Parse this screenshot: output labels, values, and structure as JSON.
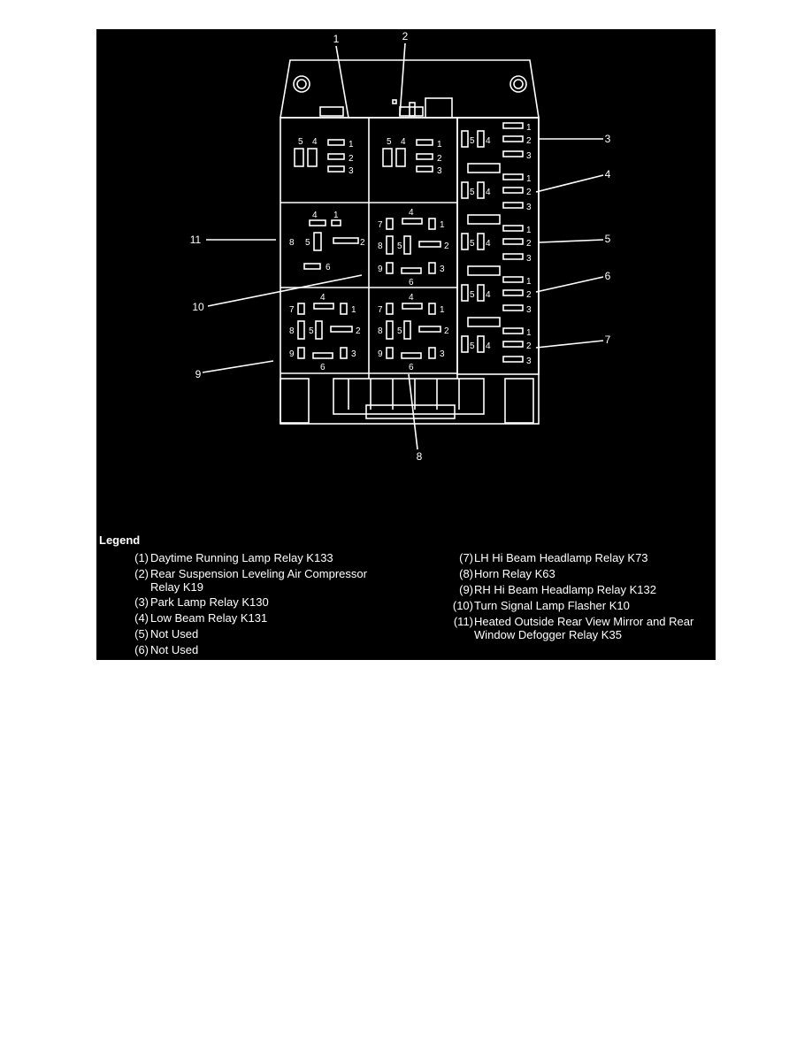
{
  "diagram": {
    "callouts": [
      "1",
      "2",
      "3",
      "4",
      "5",
      "6",
      "7",
      "8",
      "9",
      "10",
      "11"
    ],
    "relay_pins": {
      "p1": "1",
      "p2": "2",
      "p3": "3",
      "p4": "4",
      "p5": "5",
      "p6": "6",
      "p7": "7",
      "p8": "8",
      "p9": "9"
    }
  },
  "legend": {
    "title": "Legend",
    "items": [
      {
        "num": "(1)",
        "text": "Daytime Running Lamp Relay K133"
      },
      {
        "num": "(2)",
        "text": "Rear Suspension Leveling Air Compressor",
        "text2": "Relay K19"
      },
      {
        "num": "(3)",
        "text": "Park Lamp Relay K130"
      },
      {
        "num": "(4)",
        "text": "Low Beam Relay K131"
      },
      {
        "num": "(5)",
        "text": "Not Used"
      },
      {
        "num": "(6)",
        "text": "Not Used"
      },
      {
        "num": "(7)",
        "text": "LH Hi Beam Headlamp Relay K73"
      },
      {
        "num": "(8)",
        "text": "Horn Relay K63"
      },
      {
        "num": "(9)",
        "text": "RH Hi Beam Headlamp Relay K132"
      },
      {
        "num": "(10)",
        "text": "Turn Signal Lamp Flasher K10"
      },
      {
        "num": "(11)",
        "text": "Heated Outside Rear View Mirror and Rear",
        "text2": "Window Defogger Relay K35"
      }
    ]
  }
}
